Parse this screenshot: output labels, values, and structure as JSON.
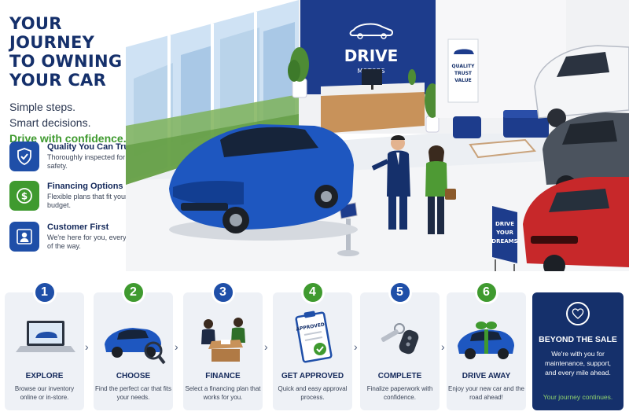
{
  "hero": {
    "title_lines": [
      "YOUR JOURNEY",
      "TO OWNING",
      "YOUR CAR"
    ],
    "subtitle_lines": [
      "Simple steps.",
      "Smart decisions."
    ],
    "accent": "Drive with confidence."
  },
  "features": [
    {
      "icon": "shield-check-icon",
      "title": "Quality You Can Trust",
      "desc": "Thoroughly inspected for your safety.",
      "color": "#1f4fa8"
    },
    {
      "icon": "dollar-icon",
      "title": "Financing Options",
      "desc": "Flexible plans that fit your budget.",
      "color": "#3f9a2f"
    },
    {
      "icon": "person-icon",
      "title": "Customer First",
      "desc": "We're here for you, every step of the way.",
      "color": "#1f4fa8"
    }
  ],
  "showroom": {
    "brand": "DRIVE",
    "brand_sub": "MOTORS",
    "poster_lines": [
      "QUALITY",
      "TRUST",
      "VALUE"
    ],
    "sign_lines": [
      "DRIVE",
      "YOUR",
      "DREAMS"
    ]
  },
  "steps": [
    {
      "num": "1",
      "title": "EXPLORE",
      "desc": "Browse our inventory online or in-store.",
      "color": "#1f4fa8",
      "art": "laptop-icon"
    },
    {
      "num": "2",
      "title": "CHOOSE",
      "desc": "Find the perfect car that fits your needs.",
      "color": "#3f9a2f",
      "art": "car-magnifier-icon"
    },
    {
      "num": "3",
      "title": "FINANCE",
      "desc": "Select a financing plan that works for you.",
      "color": "#1f4fa8",
      "art": "desk-meeting-icon"
    },
    {
      "num": "4",
      "title": "GET APPROVED",
      "desc": "Quick and easy approval process.",
      "color": "#3f9a2f",
      "art": "approved-clipboard-icon",
      "stamp": "APPROVED"
    },
    {
      "num": "5",
      "title": "COMPLETE",
      "desc": "Finalize paperwork with confidence.",
      "color": "#1f4fa8",
      "art": "car-keys-icon"
    },
    {
      "num": "6",
      "title": "DRIVE AWAY",
      "desc": "Enjoy your new car and the road ahead!",
      "color": "#3f9a2f",
      "art": "car-bow-icon"
    }
  ],
  "beyond": {
    "icon": "heart-icon",
    "title": "BEYOND THE SALE",
    "desc": "We're with you for maintenance, support, and every mile ahead.",
    "footer": "Your journey continues."
  },
  "colors": {
    "navy": "#15306b",
    "blue": "#1f4fa8",
    "green": "#3f9a2f",
    "red": "#c7282a"
  }
}
